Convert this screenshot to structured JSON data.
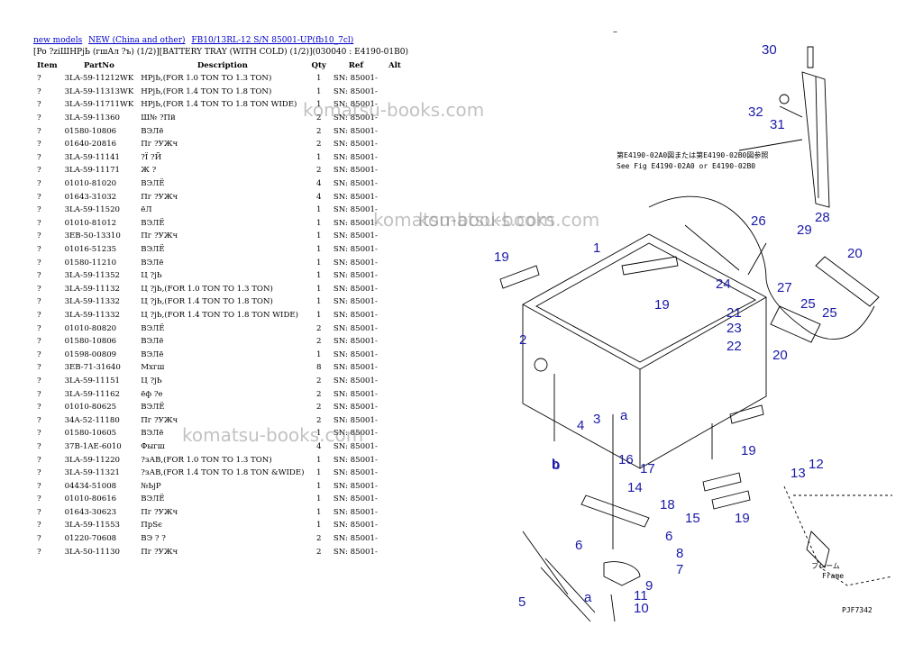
{
  "breadcrumbs": [
    "new models",
    "NEW (China and other)",
    "FB10/13RL-12 S/N 85001-UP(fb10_7cl)"
  ],
  "subtitle": "[Po ?ziШHPjЬ (гшАл ?ъ) (1/2)][BATTERY TRAY (WITH COLD) (1/2)](030040 : E4190-01B0)",
  "table": {
    "headers": [
      "Item",
      "PartNo",
      "Description",
      "Qty",
      "Ref",
      "Alt"
    ],
    "rows": [
      [
        "?",
        "3LA-59-11212WK",
        "HPjЬ,(FOR 1.0 TON TO 1.3 TON)",
        "1",
        "SN: 85001-",
        ""
      ],
      [
        "?",
        "3LA-59-11313WK",
        "HPjЬ,(FOR 1.4 TON TO 1.8 TON)",
        "1",
        "SN: 85001-",
        ""
      ],
      [
        "?",
        "3LA-59-11711WK",
        "HPjЬ,(FOR 1.4 TON TO 1.8 TON WIDE)",
        "1",
        "SN: 85001-",
        ""
      ],
      [
        "?",
        "3LA-59-11360",
        "Ш№ ?Пй",
        "2",
        "SN: 85001-",
        ""
      ],
      [
        "?",
        "01580-10806",
        "ВЭЛё",
        "2",
        "SN: 85001-",
        ""
      ],
      [
        "?",
        "01640-20816",
        "Пг ?УЖч",
        "2",
        "SN: 85001-",
        ""
      ],
      [
        "?",
        "3LA-59-11141",
        "?Ї ?Й",
        "1",
        "SN: 85001-",
        ""
      ],
      [
        "?",
        "3LA-59-11171",
        "Ж ?",
        "2",
        "SN: 85001-",
        ""
      ],
      [
        "?",
        "01010-81020",
        "ВЭЛЁ",
        "4",
        "SN: 85001-",
        ""
      ],
      [
        "?",
        "01643-31032",
        "Пг ?УЖч",
        "4",
        "SN: 85001-",
        ""
      ],
      [
        "?",
        "3LA-59-11520",
        "ёЛ",
        "1",
        "SN: 85001-",
        ""
      ],
      [
        "?",
        "01010-81012",
        "ВЭЛЁ",
        "1",
        "SN: 85001-",
        ""
      ],
      [
        "?",
        "3EB-50-13310",
        "Пг ?УЖч",
        "1",
        "SN: 85001-",
        ""
      ],
      [
        "?",
        "01016-51235",
        "ВЭЛЁ",
        "1",
        "SN: 85001-",
        ""
      ],
      [
        "?",
        "01580-11210",
        "ВЭЛё",
        "1",
        "SN: 85001-",
        ""
      ],
      [
        "?",
        "3LA-59-11352",
        "Ц ?јЬ",
        "1",
        "SN: 85001-",
        ""
      ],
      [
        "?",
        "3LA-59-11132",
        "Ц ?јЬ,(FOR 1.0 TON TO 1.3 TON)",
        "1",
        "SN: 85001-",
        ""
      ],
      [
        "?",
        "3LA-59-11332",
        "Ц ?јЬ,(FOR 1.4 TON TO 1.8 TON)",
        "1",
        "SN: 85001-",
        ""
      ],
      [
        "?",
        "3LA-59-11332",
        "Ц ?јЬ,(FOR 1.4 TON TO 1.8 TON WIDE)",
        "1",
        "SN: 85001-",
        ""
      ],
      [
        "?",
        "01010-80820",
        "ВЭЛЁ",
        "2",
        "SN: 85001-",
        ""
      ],
      [
        "?",
        "01580-10806",
        "ВЭЛё",
        "2",
        "SN: 85001-",
        ""
      ],
      [
        "?",
        "01598-00809",
        "ВЭЛё",
        "1",
        "SN: 85001-",
        ""
      ],
      [
        "?",
        "3EB-71-31640",
        "Мхгш",
        "8",
        "SN: 85001-",
        ""
      ],
      [
        "?",
        "3LA-59-11151",
        "Ц ?јЬ",
        "2",
        "SN: 85001-",
        ""
      ],
      [
        "?",
        "3LA-59-11162",
        "ёф ?е",
        "2",
        "SN: 85001-",
        ""
      ],
      [
        "?",
        "01010-80625",
        "ВЭЛЁ",
        "2",
        "SN: 85001-",
        ""
      ],
      [
        "?",
        "34A-52-11180",
        "Пг ?УЖч",
        "2",
        "SN: 85001-",
        ""
      ],
      [
        "?",
        "01580-10605",
        "ВЭЛё",
        "1",
        "SN: 85001-",
        ""
      ],
      [
        "?",
        "37B-1AE-6010",
        "Фыгш",
        "4",
        "SN: 85001-",
        ""
      ],
      [
        "?",
        "3LA-59-11220",
        "?зАВ,(FOR 1.0 TON TO 1.3 TON)",
        "1",
        "SN: 85001-",
        ""
      ],
      [
        "?",
        "3LA-59-11321",
        "?зАВ,(FOR 1.4 TON TO 1.8 TON &WIDE)",
        "1",
        "SN: 85001-",
        ""
      ],
      [
        "?",
        "04434-51008",
        "№ЬјР",
        "1",
        "SN: 85001-",
        ""
      ],
      [
        "?",
        "01010-80616",
        "ВЭЛЁ",
        "1",
        "SN: 85001-",
        ""
      ],
      [
        "?",
        "01643-30623",
        "Пг ?УЖч",
        "1",
        "SN: 85001-",
        ""
      ],
      [
        "?",
        "3LA-59-11553",
        "ПрSє",
        "1",
        "SN: 85001-",
        ""
      ],
      [
        "?",
        "01220-70608",
        "ВЭ ? ?",
        "2",
        "SN: 85001-",
        ""
      ],
      [
        "?",
        "3LA-50-11130",
        "Пг ?УЖч",
        "2",
        "SN: 85001-",
        ""
      ]
    ]
  },
  "watermarks": [
    "komatsu-books.com",
    "komatsu-books.com",
    "komatsu-books.com",
    "komatsu-books.com"
  ],
  "diagram": {
    "callout_numbers": [
      "30",
      "32",
      "31",
      "26",
      "28",
      "29",
      "20",
      "1",
      "19",
      "24",
      "27",
      "25",
      "25",
      "19",
      "21",
      "23",
      "22",
      "20",
      "2",
      "3",
      "4",
      "a",
      "16",
      "17",
      "19",
      "b",
      "14",
      "18",
      "15",
      "19",
      "13",
      "12",
      "6",
      "6",
      "8",
      "7",
      "5",
      "9",
      "a",
      "11",
      "10",
      "b"
    ],
    "see_fig_line1": "第E4190-02A0図または第E4190-02B0図参照",
    "see_fig_line2": "See Fig E4190-02A0 or E4190-02B0",
    "frame_jp": "フレーム",
    "frame_en": "Frame",
    "code": "PJF7342",
    "dash": "–"
  }
}
